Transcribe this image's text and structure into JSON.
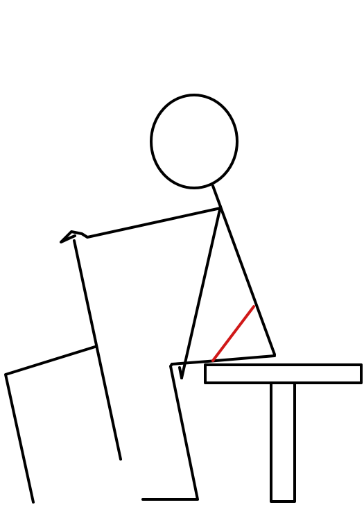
{
  "figure": {
    "description_text": "",
    "colors": {
      "ink": "#000000",
      "highlight": "#d01818",
      "background": "#ffffff"
    },
    "parts": [
      "head",
      "torso",
      "arm",
      "chair",
      "leg",
      "table",
      "angle-marker"
    ]
  }
}
